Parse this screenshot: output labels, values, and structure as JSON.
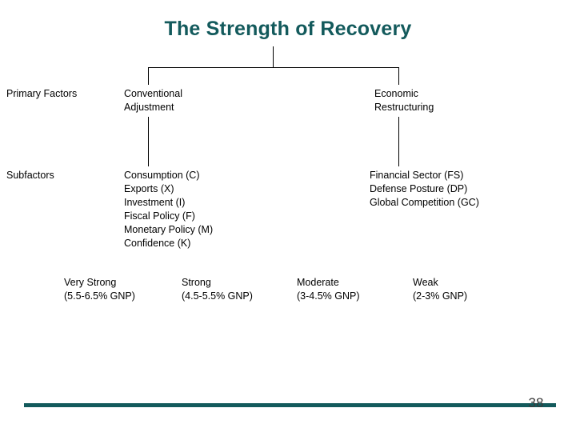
{
  "slide": {
    "title": "The Strength of Recovery",
    "page_number": "38",
    "accent_color": "#135a5c",
    "text_color": "#000000",
    "background_color": "#ffffff"
  },
  "rows": {
    "primary_factors_label": "Primary Factors",
    "subfactors_label": "Subfactors"
  },
  "branches": [
    {
      "name": "conventional-adjustment",
      "title": "Conventional\nAdjustment",
      "subfactors": "Consumption (C)\nExports (X)\nInvestment (I)\nFiscal Policy (F)\nMonetary Policy (M)\nConfidence (K)"
    },
    {
      "name": "economic-restructuring",
      "title": "Economic\nRestructuring",
      "subfactors": "Financial Sector (FS)\nDefense Posture (DP)\nGlobal Competition (GC)"
    }
  ],
  "strength_scale": [
    {
      "label": "Very Strong",
      "range": "(5.5-6.5% GNP)"
    },
    {
      "label": "Strong",
      "range": "(4.5-5.5% GNP)"
    },
    {
      "label": "Moderate",
      "range": "(3-4.5% GNP)"
    },
    {
      "label": "Weak",
      "range": "(2-3% GNP)"
    }
  ]
}
